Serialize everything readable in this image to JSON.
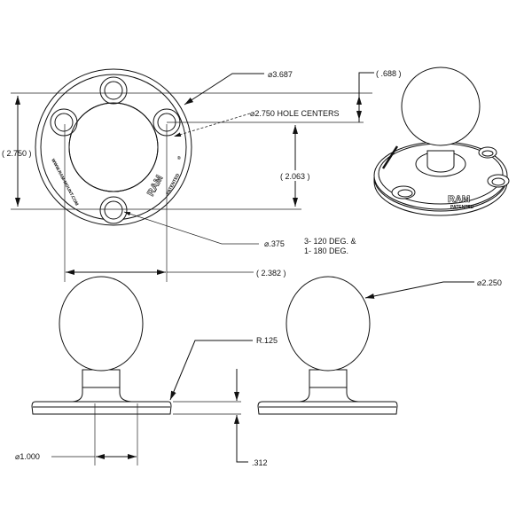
{
  "drawing": {
    "title": "RAM round base with ball – dimensioned drawing",
    "dimensions": {
      "outer_diameter": "⌀3.687",
      "hole_centers": "⌀2.750 HOLE CENTERS",
      "height_overall": "( 2.750 )",
      "hole_offset_vertical": "( 2.063 )",
      "hole_offset_horizontal": "( 2.382 )",
      "iso_offset": "( .688 )",
      "hole_diameter": "⌀.375",
      "hole_spacing_1": "3- 120 DEG. &",
      "hole_spacing_2": "1- 180 DEG.",
      "fillet_radius": "R.125",
      "neck_diameter": "⌀1.000",
      "base_thickness": ".312",
      "ball_diameter": "⌀2.250"
    },
    "markings": {
      "brand": "RAM",
      "patented": "PATENTED",
      "registered": "®",
      "website": "WWW.RAM-MOUNT.COM"
    }
  }
}
